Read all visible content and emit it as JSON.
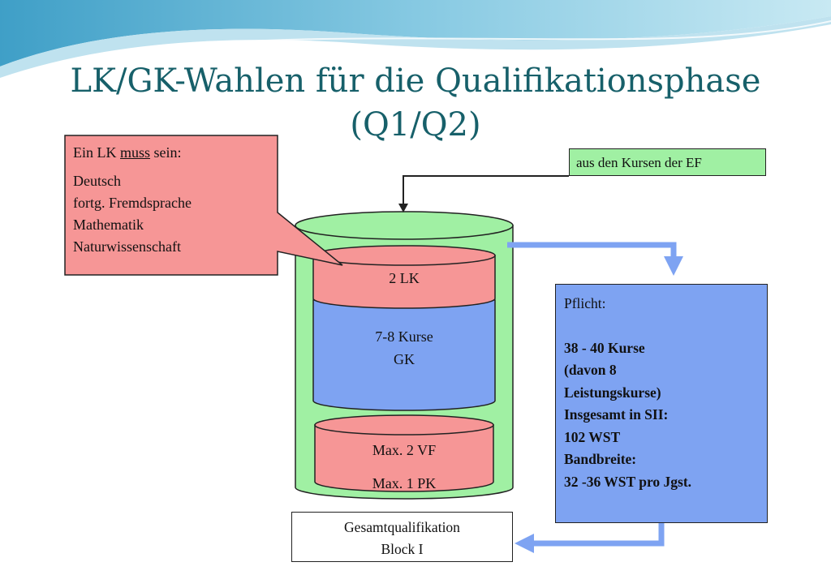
{
  "title": {
    "line1": "LK/GK-Wahlen für die Qualifikationsphase",
    "line2": "(Q1/Q2)"
  },
  "callout": {
    "heading_pre": "Ein LK ",
    "heading_underlined": "muss",
    "heading_post": " sein:",
    "items": [
      "Deutsch",
      "fortg. Fremdsprache",
      "Mathematik",
      "Naturwissenschaft"
    ]
  },
  "ef_box": {
    "label": "aus den Kursen der EF"
  },
  "cylinder": {
    "lk_label": "2 LK",
    "gk_line1": "7-8 Kurse",
    "gk_line2": "GK",
    "vf_label": "Max. 2 VF",
    "pk_label": "Max. 1 PK"
  },
  "pflicht": {
    "heading": "Pflicht:",
    "lines": [
      "38 - 40 Kurse",
      "(davon 8",
      "Leistungskurse)",
      "Insgesamt in SII:",
      "102 WST",
      "Bandbreite:",
      "32 -36 WST pro Jgst."
    ]
  },
  "gesamt": {
    "line1": "Gesamtqualifikation",
    "line2": "Block I"
  },
  "colors": {
    "title": "#17606a",
    "red": "#f69696",
    "blue": "#7ea3f2",
    "green": "#a0f0a3",
    "arrow": "#7ea3f2"
  }
}
